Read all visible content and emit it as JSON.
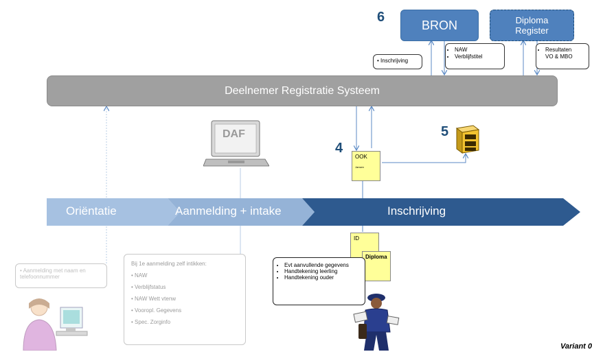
{
  "steps": {
    "six": "6",
    "five": "5",
    "four": "4"
  },
  "bron": {
    "label": "BRON"
  },
  "diploma_register": {
    "line1": "Diploma",
    "line2": "Register"
  },
  "callouts": {
    "inschrijving": "Inschrijving",
    "naw": [
      "NAW",
      "Verblijfstitel"
    ],
    "resultaten": [
      "Resultaten",
      "VO & MBO"
    ]
  },
  "drs": {
    "label": "Deelnemer Registratie Systeem"
  },
  "laptop": {
    "screen_label": "DAF"
  },
  "notes": {
    "ook": "OOK",
    "ook_small": "Jansen",
    "id": "ID",
    "diploma": "Diploma"
  },
  "phases": {
    "orientatie": "Oriëntatie",
    "aanmelding": "Aanmelding + intake",
    "inschrijving": "Inschrijving"
  },
  "gray_box": {
    "text": "• Aanmelding met naam en telefoonnummer"
  },
  "intake_box": {
    "title": "Bij 1e aanmelding zelf intikken:",
    "items": [
      "NAW",
      "Verblijfstatus",
      "NAW Wett vtenw",
      "Vooropl. Gegevens",
      "Spec. Zorginfo"
    ]
  },
  "inschrijving_box": {
    "items": [
      "Evt aanvullende gegevens",
      "Handtekening leerling",
      "Handtekening ouder"
    ]
  },
  "footer": {
    "variant": "Variant 0"
  },
  "colors": {
    "bron_fill": "#4f81bd",
    "drs_fill": "#a0a0a0",
    "phase_light": "#a6c1e1",
    "phase_mid": "#95b3d7",
    "phase_dark": "#2e5a8f",
    "note_fill": "#ffff99",
    "number_color": "#1f4e79"
  },
  "icons": [
    "laptop-icon",
    "filing-cabinet-icon",
    "person-at-computer-icon",
    "mail-carrier-icon"
  ]
}
